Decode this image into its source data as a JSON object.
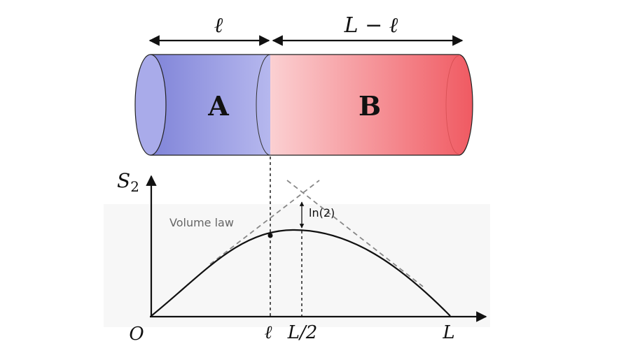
{
  "dimensions": {
    "left_width": "ℓ",
    "right_width": "L − ℓ"
  },
  "regions": {
    "a": {
      "label": "A",
      "color": "#8f92e0"
    },
    "b": {
      "label": "B",
      "color": "#f06066"
    }
  },
  "plot": {
    "y_label": "S",
    "y_subscript": "2",
    "origin_label": "O",
    "x_tick_l": "ℓ",
    "x_tick_half": "L/2",
    "x_tick_end": "L",
    "volume_law_label": "Volume law",
    "gap_label": "ln(2)"
  }
}
